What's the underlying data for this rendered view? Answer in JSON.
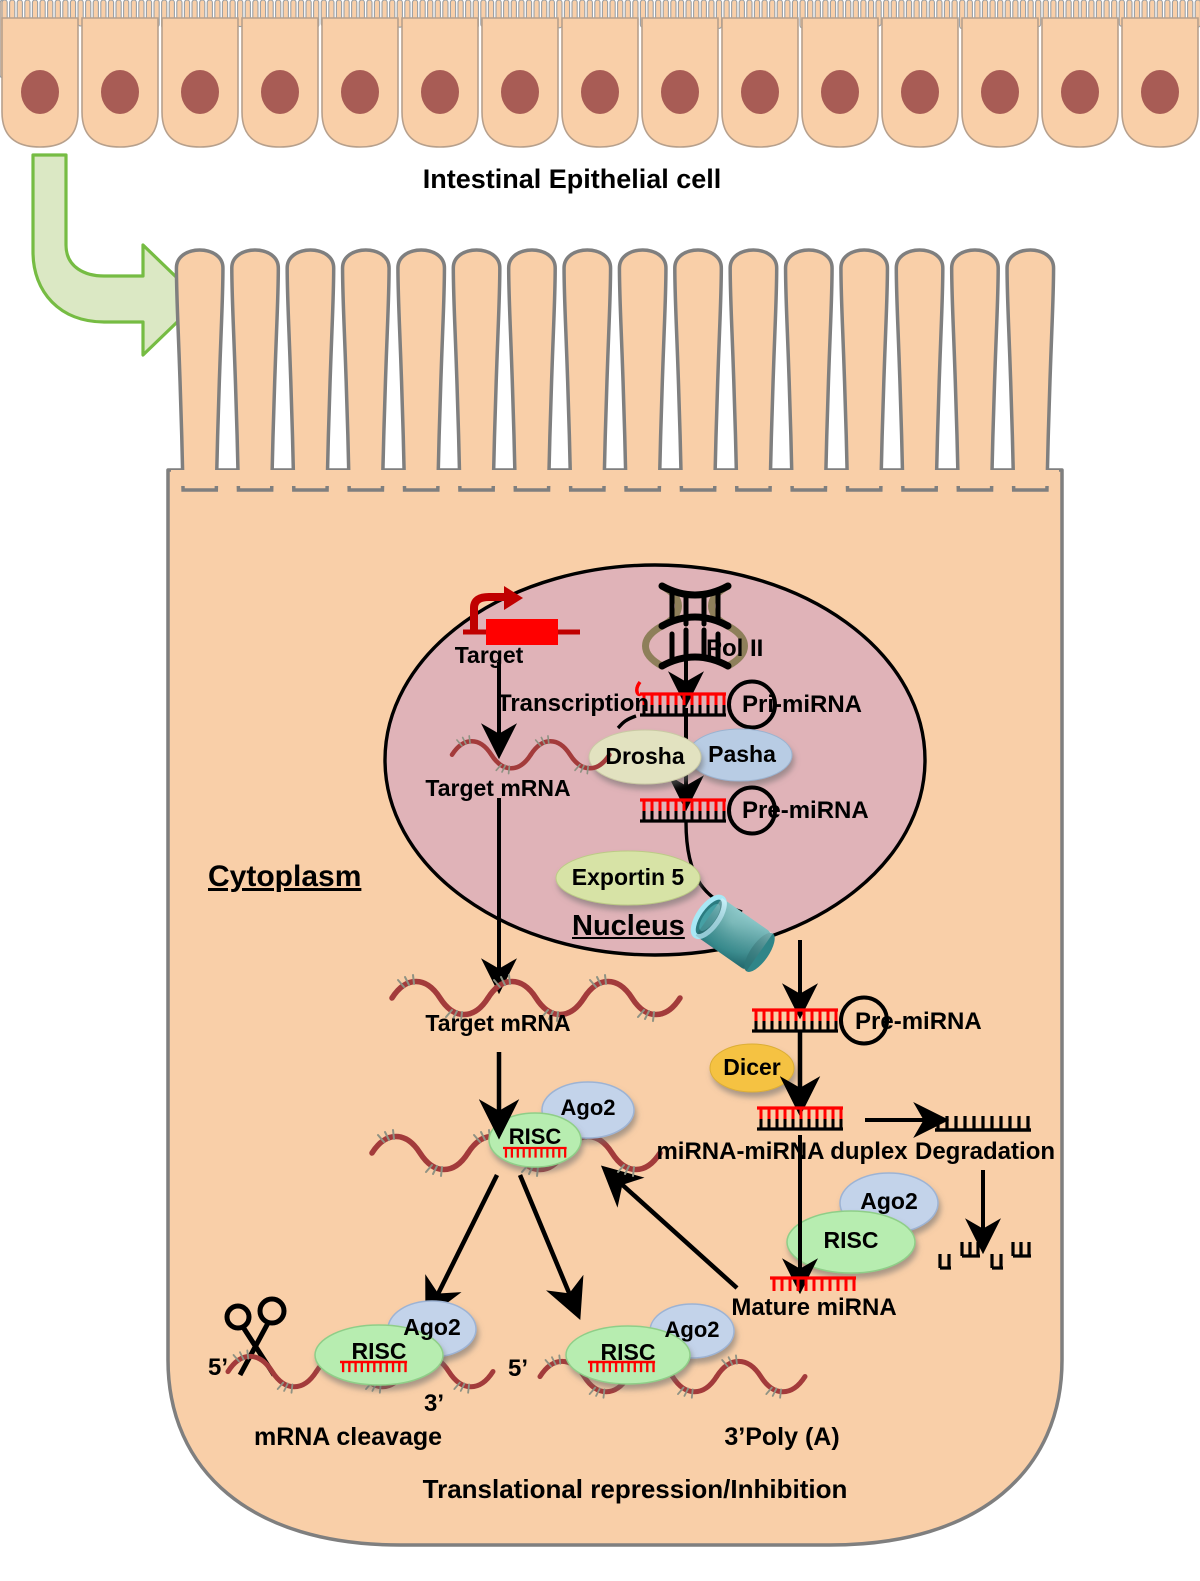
{
  "figure": {
    "type": "biological-pathway-diagram",
    "title": "miRNA biogenesis and gene silencing in the intestinal epithelial cell"
  },
  "colors": {
    "cell_fill": "#f9cfa8",
    "cell_stroke": "#7f7f7f",
    "epithelial_fill": "#f9cfa8",
    "epithelial_stroke": "#b08060",
    "nucleus_fill": "#e0b3b8",
    "nucleus_stroke": "#000000",
    "nucleolus_fill": "#a85c55",
    "target_gene_red": "#ff0000",
    "promoter_red": "#c00000",
    "mrna_red": "#a33b3b",
    "mirna_red": "#ff0000",
    "drosha_fill": "#e2e2c0",
    "pasha_fill": "#b8cce4",
    "exportin_fill": "#d7e3a6",
    "dicer_fill": "#f5c242",
    "risc_fill": "#b7edb0",
    "ago2_fill": "#c3d3ea",
    "pore_fill": "#3d9da0",
    "pore_rim": "#a8e8f5",
    "green_arrow_fill": "#dbe8c4",
    "green_arrow_stroke": "#76bc43",
    "dna_dark": "#000000",
    "dna_tan": "#8e7f5a",
    "arrow_black": "#000000"
  },
  "labels": {
    "epithelium_title": "Intestinal Epithelial cell",
    "cytoplasm": "Cytoplasm",
    "nucleus": "Nucleus",
    "target": "Target",
    "pol_ii": "Pol II",
    "transcription": "Transcription",
    "pri_mirna": "Pri-miRNA",
    "drosha": "Drosha",
    "pasha": "Pasha",
    "pre_mirna_nuclear": "Pre-miRNA",
    "exportin5": "Exportin 5",
    "target_mrna_nuclear": "Target mRNA",
    "target_mrna_cyto": "Target mRNA",
    "pre_mirna_cyto": "Pre-miRNA",
    "dicer": "Dicer",
    "duplex": "miRNA-miRNA duplex",
    "degradation": "Degradation",
    "mature_mirna": "Mature miRNA",
    "risc_1": "RISC",
    "risc_2": "RISC",
    "risc_3": "RISC",
    "risc_4": "RISC",
    "ago2_1": "Ago2",
    "ago2_2": "Ago2",
    "ago2_3": "Ago2",
    "ago2_4": "Ago2",
    "five_prime_left": "5’",
    "three_prime_left": "3’",
    "five_prime_right": "5’",
    "mrna_cleavage": "mRNA cleavage",
    "poly_a": "3’Poly (A)",
    "translational_repression": "Translational repression/Inhibition"
  },
  "epithelium": {
    "cell_count": 15
  },
  "microvilli": {
    "count": 16
  },
  "pathway_steps": [
    "Pol II transcribes Pri-miRNA in the nucleus",
    "Drosha / Pasha process Pri-miRNA to Pre-miRNA",
    "Exportin 5 exports Pre-miRNA through the nuclear pore",
    "Dicer cleaves Pre-miRNA into the miRNA-miRNA duplex",
    "Duplex is either degraded or loaded with RISC/Ago2 as mature miRNA",
    "Mature miRNA guides RISC to target mRNA",
    "Outcome: mRNA cleavage or translational repression/inhibition"
  ]
}
